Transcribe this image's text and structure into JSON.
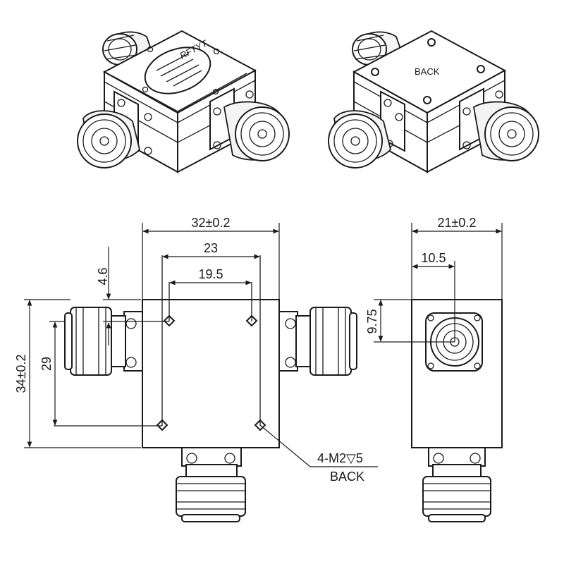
{
  "iso_views": {
    "front_logo": "RFTYT",
    "back_label": "BACK"
  },
  "front_view": {
    "width_total": "32±0.2",
    "hole_span_outer": "23",
    "hole_span_inner": "19.5",
    "hole_offset_top": "4.6",
    "height_total": "34±0.2",
    "hole_span_vertical": "29",
    "hole_callout": "4-M2▽5",
    "hole_callout_side": "BACK"
  },
  "side_view": {
    "width_total": "21±0.2",
    "connector_offset_x": "10.5",
    "connector_offset_y": "9.75"
  }
}
